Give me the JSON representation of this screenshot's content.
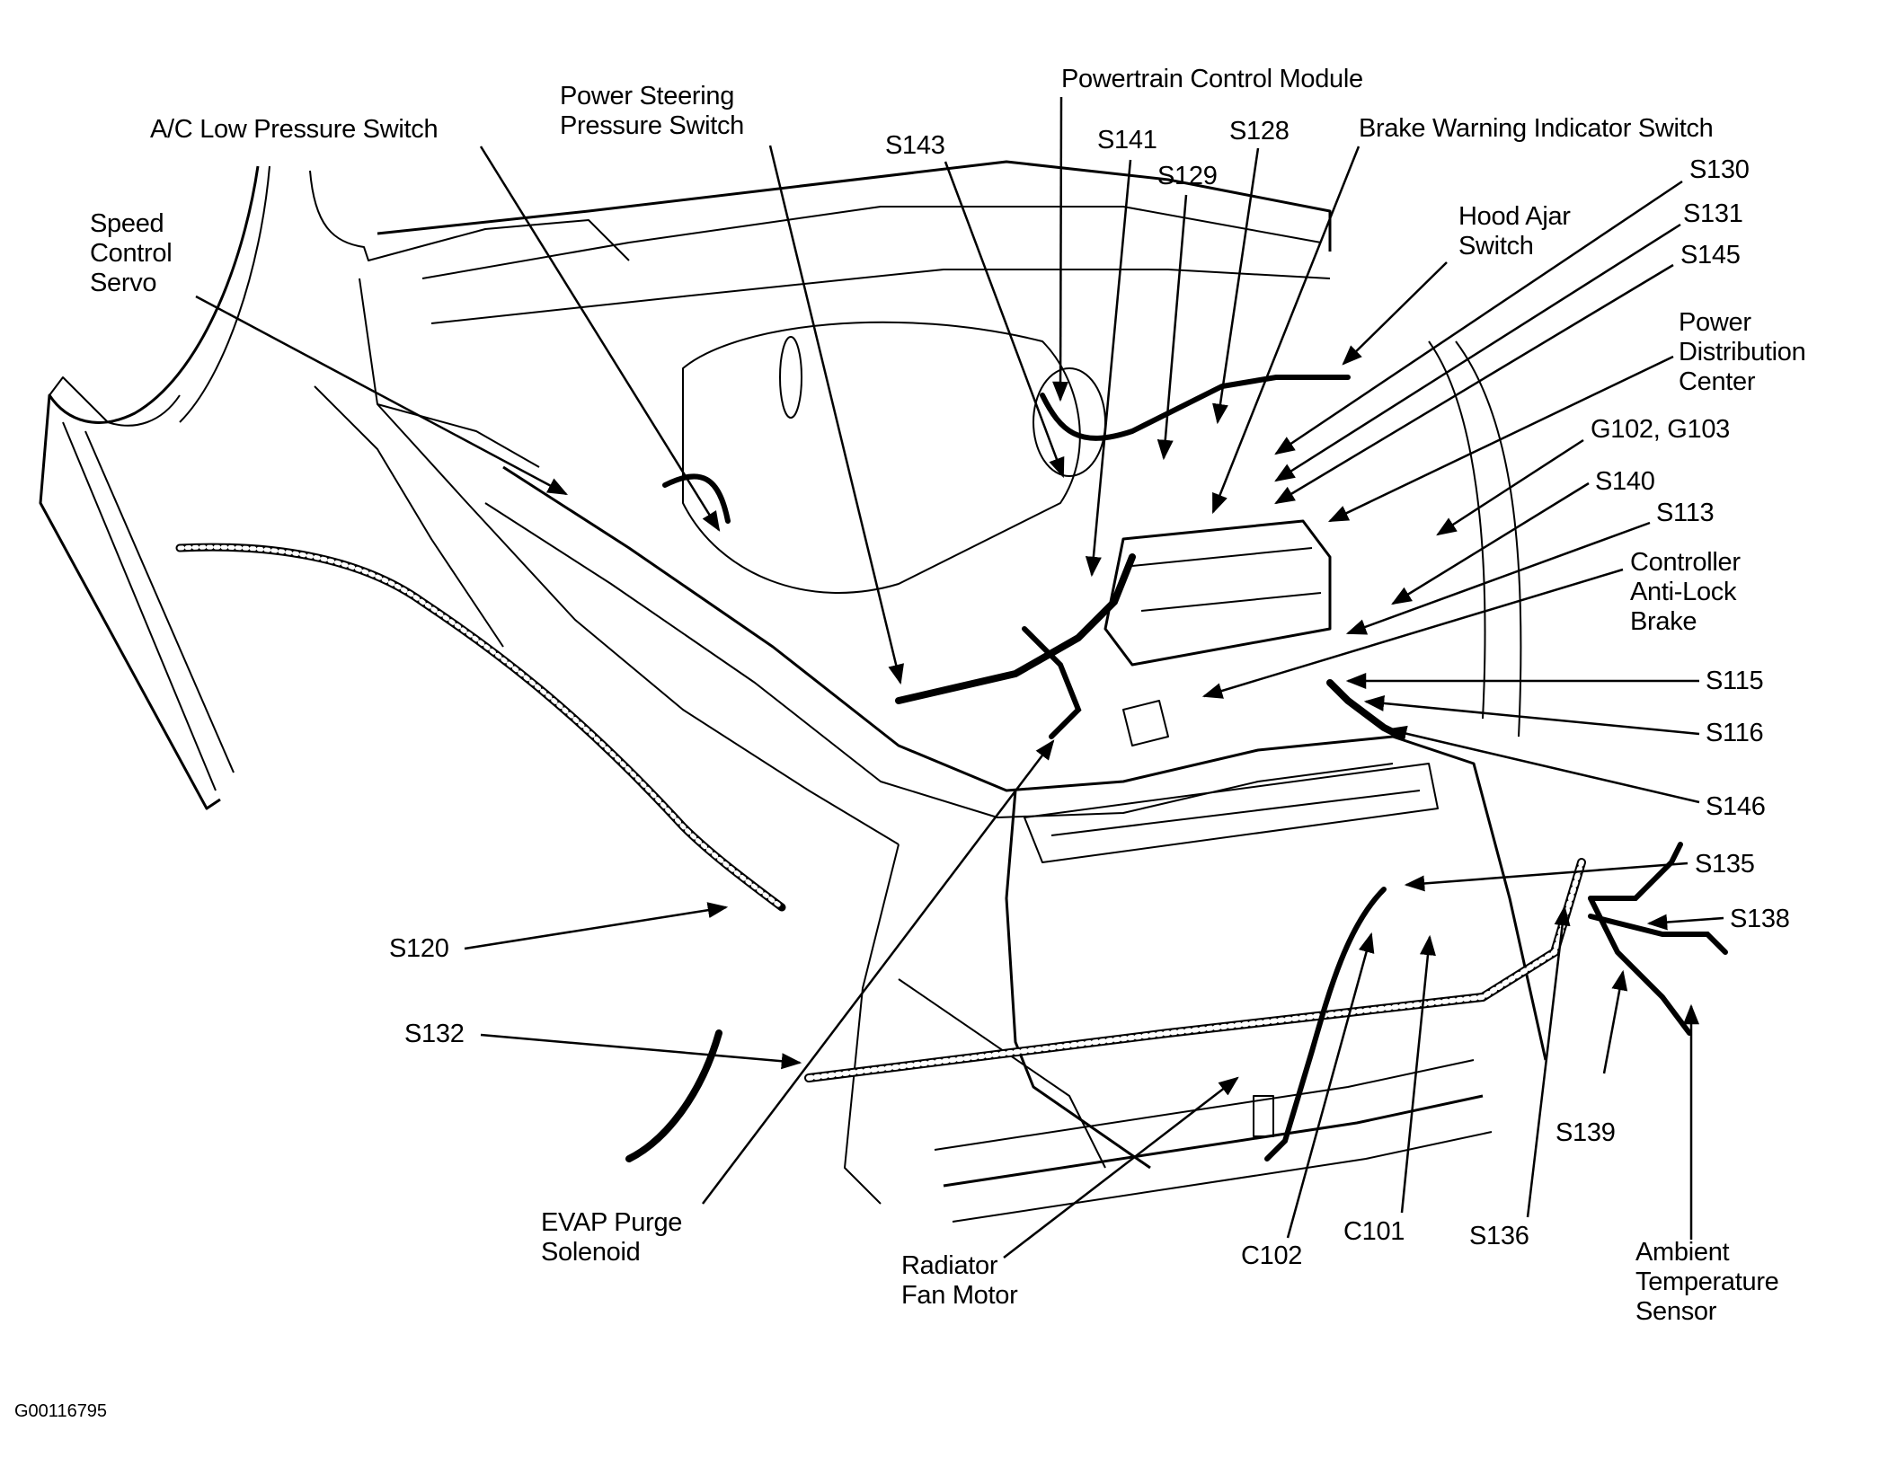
{
  "figure": {
    "id": "G00116795",
    "title": "Engine compartment wiring harness component locator",
    "ink_color": "#000000",
    "paper_color": "#ffffff"
  },
  "labels": [
    {
      "key": "speed_control_servo",
      "text": "Speed\nControl\nServo"
    },
    {
      "key": "ac_low_pressure_switch",
      "text": "A/C Low Pressure Switch"
    },
    {
      "key": "power_steering_pressure_switch",
      "text": "Power Steering\nPressure Switch"
    },
    {
      "key": "s143",
      "text": "S143"
    },
    {
      "key": "powertrain_control_module",
      "text": "Powertrain Control Module"
    },
    {
      "key": "s141",
      "text": "S141"
    },
    {
      "key": "s129",
      "text": "S129"
    },
    {
      "key": "s128",
      "text": "S128"
    },
    {
      "key": "brake_warning_indicator_switch",
      "text": "Brake Warning Indicator Switch"
    },
    {
      "key": "s130",
      "text": "S130"
    },
    {
      "key": "hood_ajar_switch",
      "text": "Hood Ajar\nSwitch"
    },
    {
      "key": "s131",
      "text": "S131"
    },
    {
      "key": "s145",
      "text": "S145"
    },
    {
      "key": "power_distribution_center",
      "text": "Power\nDistribution\nCenter"
    },
    {
      "key": "g102_g103",
      "text": "G102, G103"
    },
    {
      "key": "s140",
      "text": "S140"
    },
    {
      "key": "s113",
      "text": "S113"
    },
    {
      "key": "controller_anti_lock_brake",
      "text": "Controller\nAnti-Lock\nBrake"
    },
    {
      "key": "s115",
      "text": "S115"
    },
    {
      "key": "s116",
      "text": "S116"
    },
    {
      "key": "s146",
      "text": "S146"
    },
    {
      "key": "s135",
      "text": "S135"
    },
    {
      "key": "s138",
      "text": "S138"
    },
    {
      "key": "s120",
      "text": "S120"
    },
    {
      "key": "s132",
      "text": "S132"
    },
    {
      "key": "s139",
      "text": "S139"
    },
    {
      "key": "ambient_temperature_sensor",
      "text": "Ambient\nTemperature\nSensor"
    },
    {
      "key": "evap_purge_solenoid",
      "text": "EVAP Purge\nSolenoid"
    },
    {
      "key": "radiator_fan_motor",
      "text": "Radiator\nFan Motor"
    },
    {
      "key": "c102",
      "text": "C102"
    },
    {
      "key": "c101",
      "text": "C101"
    },
    {
      "key": "s136",
      "text": "S136"
    }
  ]
}
